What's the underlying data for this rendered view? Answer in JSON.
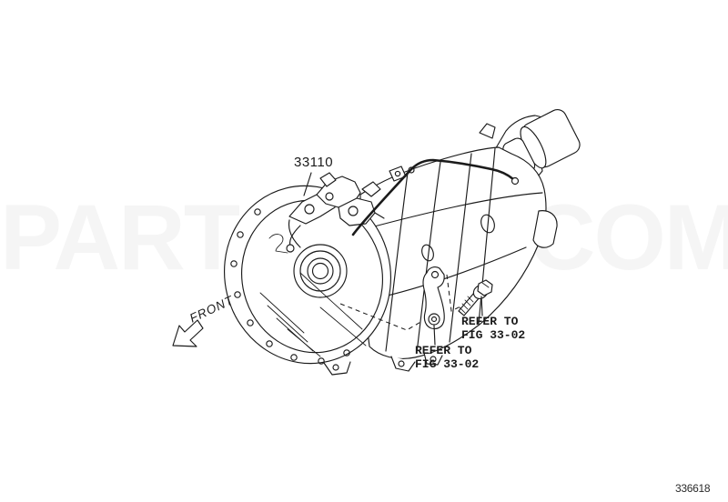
{
  "diagram": {
    "title_context": "transmission-assembly-parts-diagram",
    "part_callout": "33110",
    "refer_notes": [
      {
        "line1": "REFER TO",
        "line2": "FIG 33-02"
      },
      {
        "line1": "REFER TO",
        "line2": "FIG 33-02"
      }
    ],
    "front_label": "FRONT",
    "figure_number": "336618",
    "watermark": "PARTSOUQ.COM",
    "colors": {
      "line-color": "#1b1b1b",
      "bg-color": "#ffffff",
      "watermark-color": "#f5f5f5",
      "figure-num-color": "#2b2b2b"
    }
  }
}
